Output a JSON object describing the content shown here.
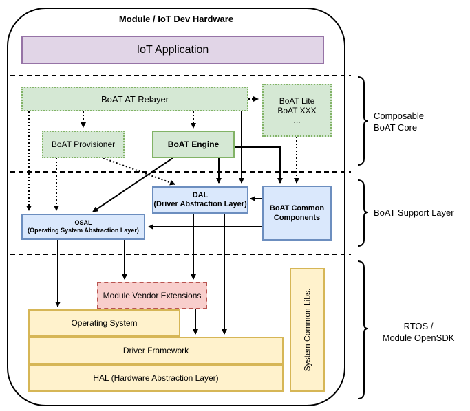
{
  "module_title": "Module / IoT Dev Hardware",
  "boxes": {
    "iot_application": "IoT Application",
    "at_relayer": "BoAT AT Relayer",
    "lite_line1": "BoAT Lite",
    "lite_line2": "BoAT XXX",
    "lite_line3": "...",
    "provisioner": "BoAT Provisioner",
    "engine": "BoAT Engine",
    "dal_line1": "DAL",
    "dal_line2": "(Driver Abstraction Layer)",
    "common_line1": "BoAT Common",
    "common_line2": "Components",
    "osal_line1": "OSAL",
    "osal_line2": "(Operating System Abstraction Layer)",
    "vendor_ext": "Module Vendor Extensions",
    "os": "Operating System",
    "driver_fw": "Driver Framework",
    "hal": "HAL (Hardware Abstraction Layer)",
    "common_libs": "System Common Libs."
  },
  "layers": {
    "core_line1": "Composable",
    "core_line2": "BoAT Core",
    "support": "BoAT Support Layer",
    "rtos_line1": "RTOS /",
    "rtos_line2": "Module OpenSDK"
  },
  "colors": {
    "purple_fill": "#e1d5e7",
    "green_fill": "#d5e8d4",
    "blue_fill": "#dae8fc",
    "red_fill": "#f8cecc",
    "yellow_fill": "#fff2cc"
  }
}
